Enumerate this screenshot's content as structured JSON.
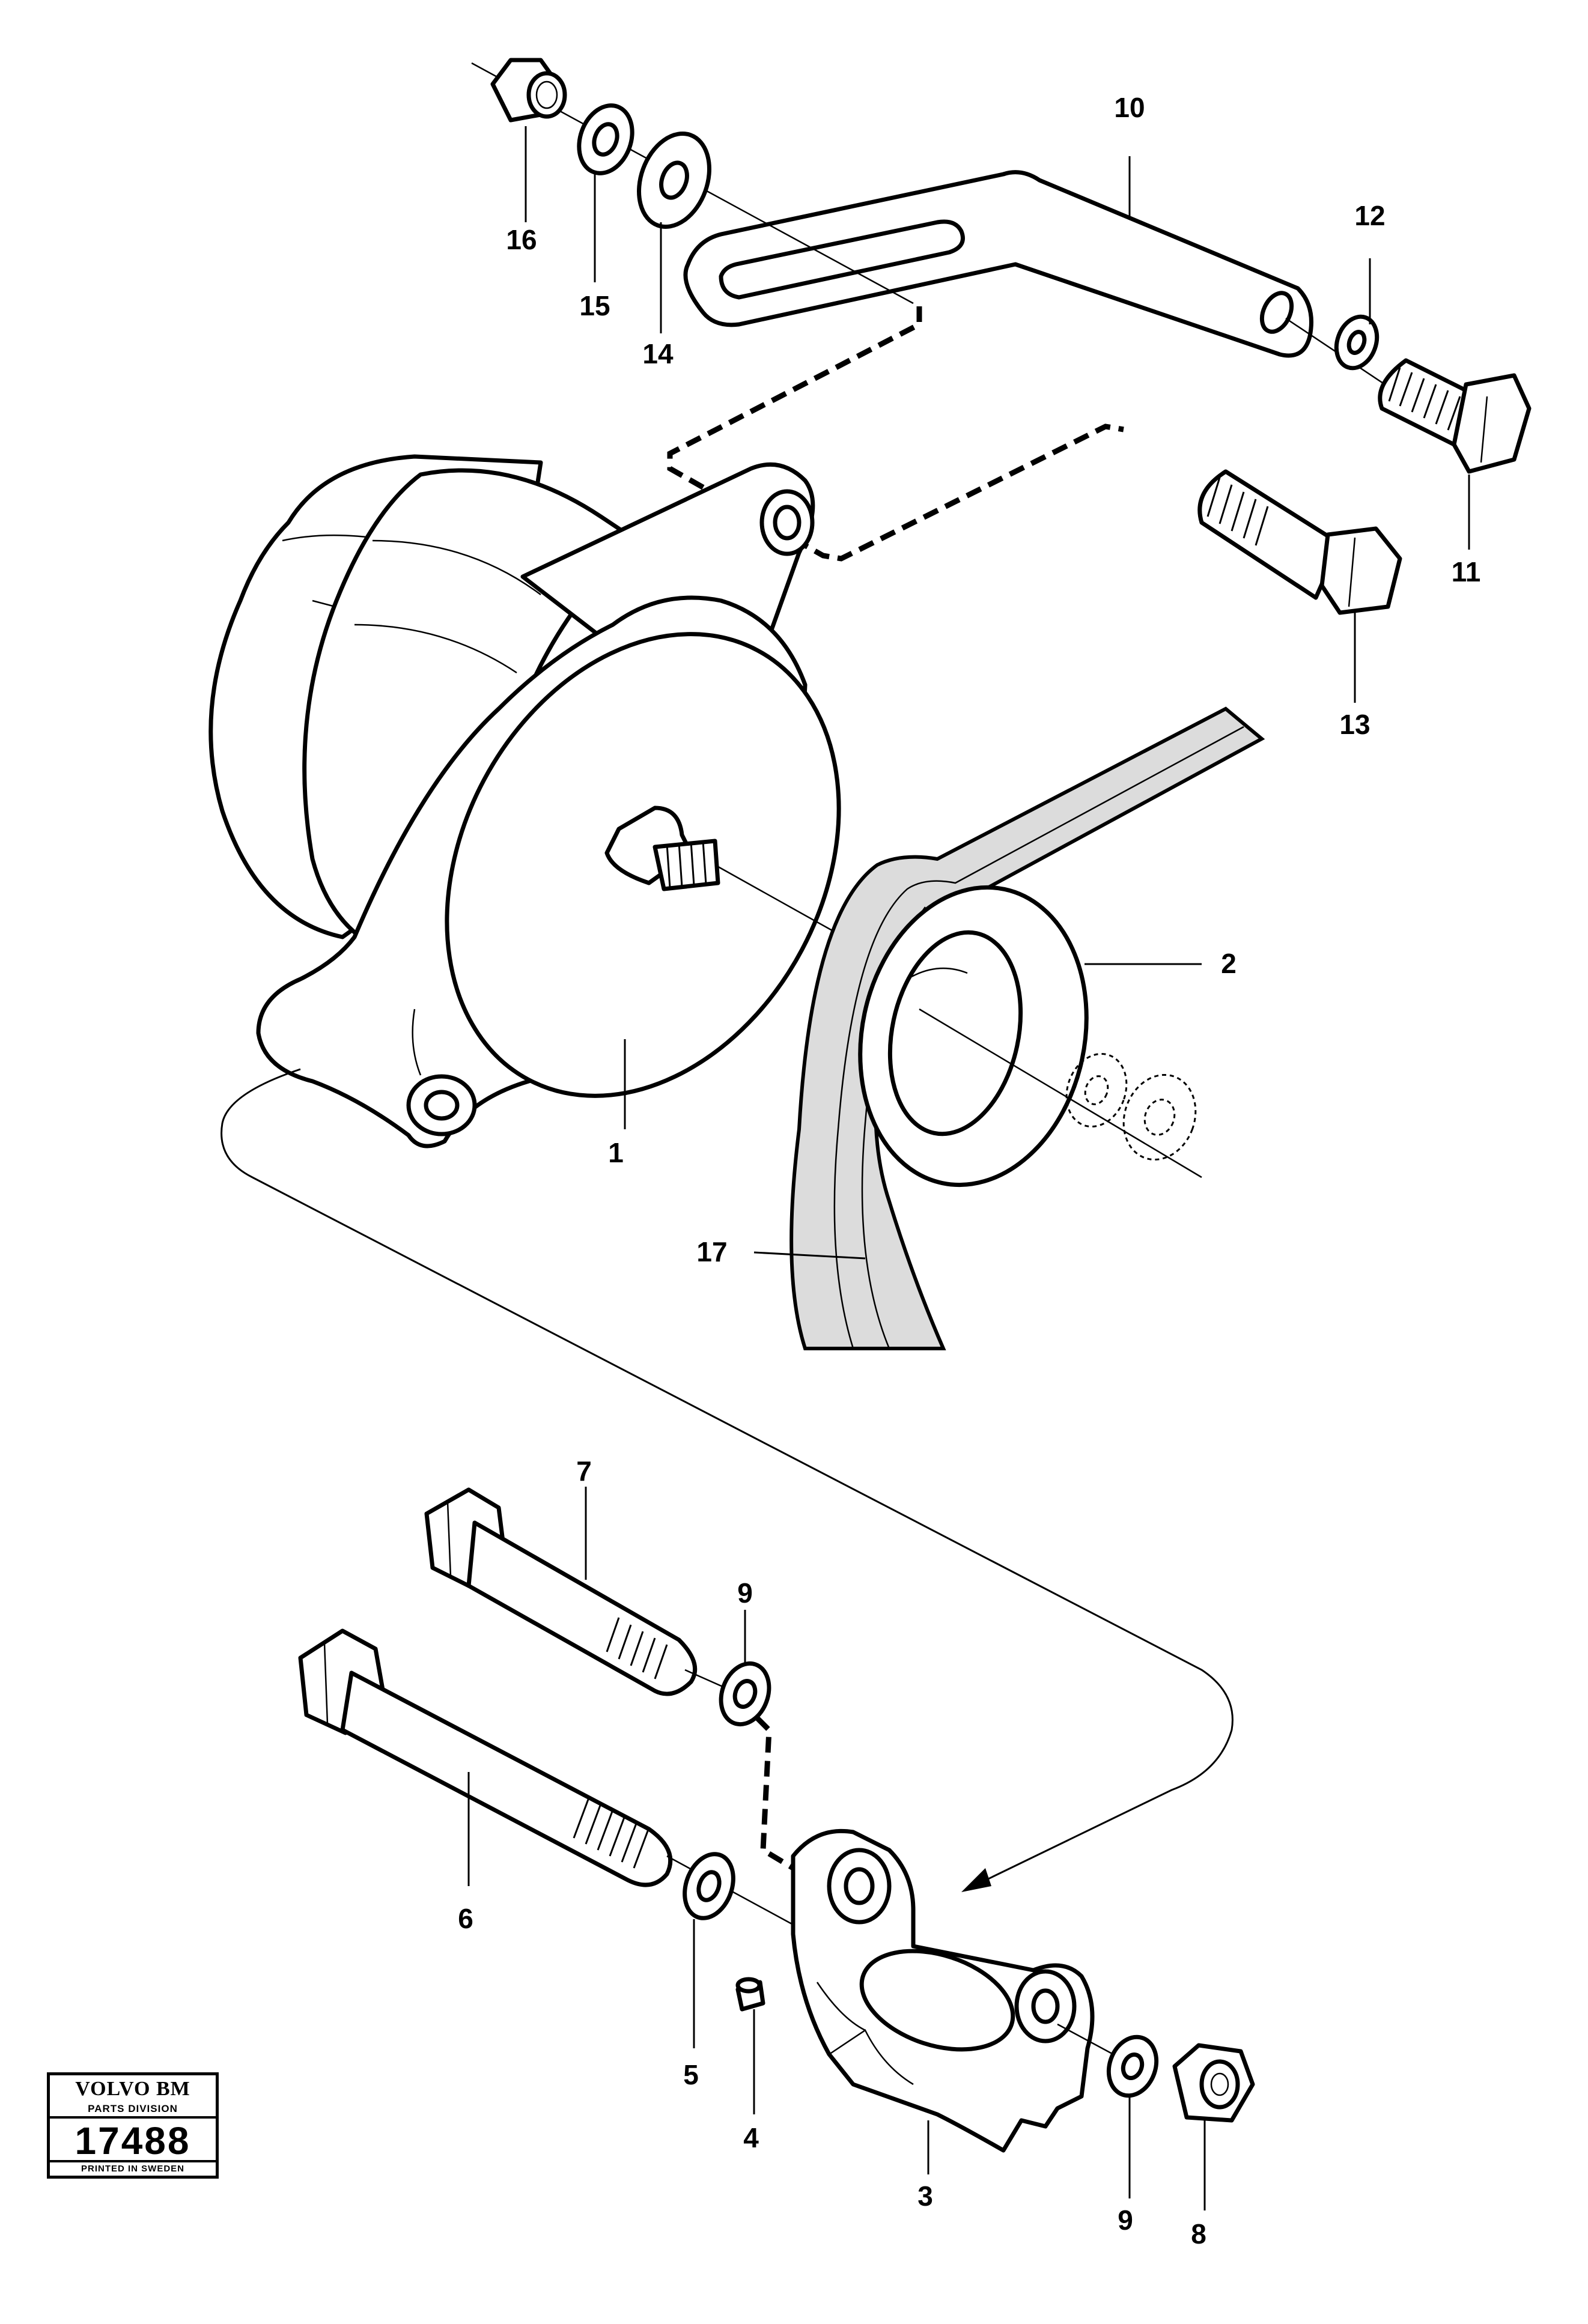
{
  "callouts": {
    "c1": "1",
    "c2": "2",
    "c3": "3",
    "c4": "4",
    "c5": "5",
    "c6": "6",
    "c7": "7",
    "c8": "8",
    "c9a": "9",
    "c9b": "9",
    "c10": "10",
    "c11": "11",
    "c12": "12",
    "c13": "13",
    "c14": "14",
    "c15": "15",
    "c16": "16",
    "c17": "17"
  },
  "logo": {
    "brand": "VOLVO BM",
    "division": "PARTS DIVISION",
    "number": "17488",
    "footer": "PRINTED IN SWEDEN"
  }
}
